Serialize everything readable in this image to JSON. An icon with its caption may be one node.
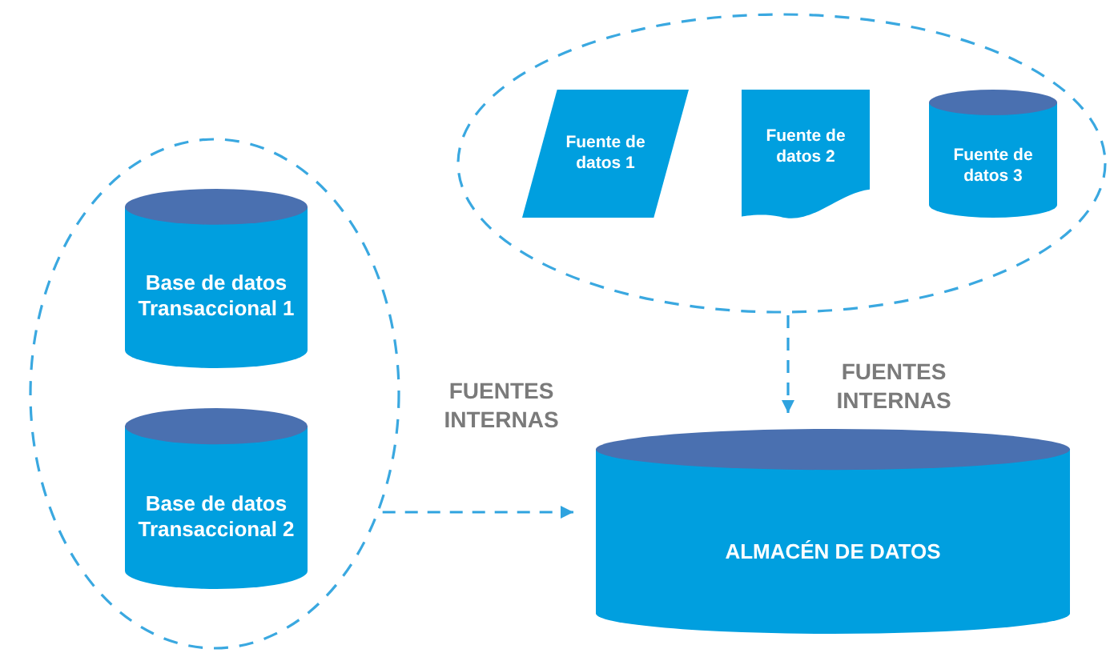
{
  "diagram": {
    "nodes": [
      {
        "text": [],
        "shape": "ellipse"
      },
      {
        "text": [
          "Base de datos Transaccional 1"
        ],
        "in": 0
      },
      {
        "text": [
          "Base de datos Transaccional 2"
        ],
        "in": 0
      },
      {
        "text": [],
        "shape": "ellipse"
      },
      {
        "text": [
          "Fuente de datos 1"
        ],
        "in": 3
      },
      {
        "text": [
          "Fuente de datos 2"
        ],
        "in": 3
      },
      {
        "text": [
          "Fuente de datos 3"
        ],
        "in": 3
      },
      {
        "text": [
          "ALMACÉN DE DATOS"
        ]
      }
    ],
    "edges": [
      {
        "from": 0,
        "to": 7,
        "arrow": "to",
        "style": "dashed"
      },
      {
        "from": 3,
        "to": 7,
        "arrow": "to",
        "style": "dashed"
      }
    ],
    "labels": [
      "FUENTES INTERNAS",
      "FUENTES INTERNAS"
    ]
  }
}
